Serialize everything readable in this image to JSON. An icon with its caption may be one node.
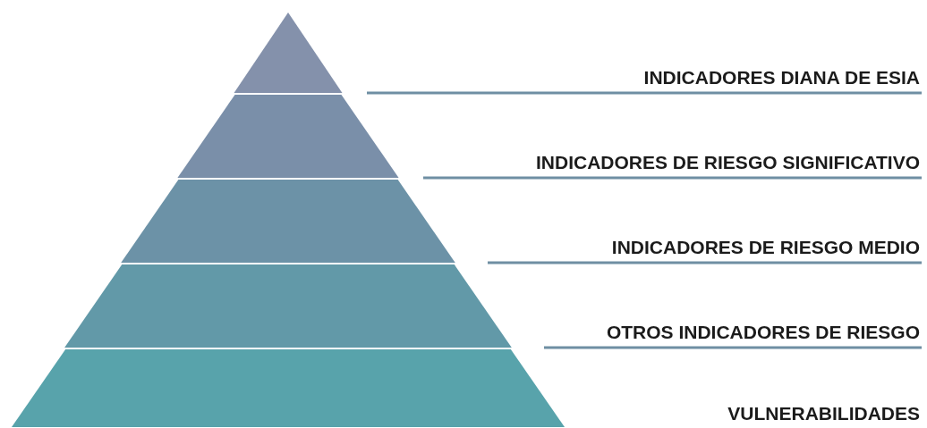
{
  "diagram": {
    "labels": [
      "INDICADORES DIANA DE ESIA",
      "INDICADORES DE RIESGO SIGNIFICATIVO",
      "INDICADORES DE RIESGO MEDIO",
      "OTROS INDICADORES DE RIESGO",
      "VULNERABILIDADES"
    ]
  }
}
